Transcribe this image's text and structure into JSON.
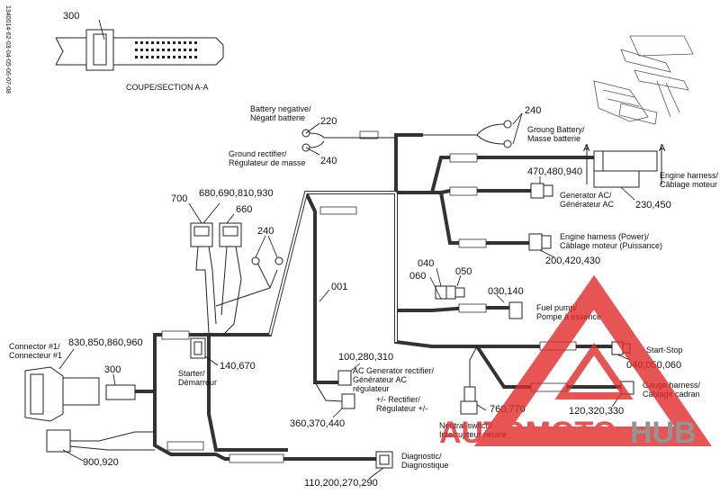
{
  "doc_id": "1340014-62-03-04-05-06-07-08",
  "section_label": "COUPE/SECTION A-A",
  "section_marker": "A",
  "labels": {
    "battery_negative": [
      "Battery negative/",
      "Négatif batterie"
    ],
    "ground_rectifier": [
      "Ground rectifier/",
      "Régulateur de masse"
    ],
    "ground_battery": [
      "Groung Battery/",
      "Masse batterie"
    ],
    "engine_harness": [
      "Engine harness/",
      "Câblage moteur"
    ],
    "generator_ac": [
      "Generator AC/",
      "Générateur AC"
    ],
    "engine_harness_power": [
      "Engine harness (Power)/",
      "Câblage moteur (Puissance)"
    ],
    "fuel_pump": [
      "Fuel pump/",
      "Pompe à essence"
    ],
    "start_stop": [
      "Start-Stop"
    ],
    "gauge_harness": [
      "Gauge harness/",
      "Câblage cadran"
    ],
    "neutral_switch": [
      "Neutral switch/",
      "Interrupteur neutre"
    ],
    "ac_gen_rectifier": [
      "AC Generator rectifier/",
      "Générateur AC",
      "régulateur"
    ],
    "rectifier_pm": [
      "+/- Rectifier/",
      "Régulateur +/-"
    ],
    "diagnostic": [
      "Diagnostic/",
      "Diagnostique"
    ],
    "connector1": [
      "Connector #1/",
      "Connecteur #1"
    ],
    "starter": [
      "Starter/",
      "Démarreur"
    ]
  },
  "numbers": {
    "n300_top": "300",
    "n220": "220",
    "n240_a": "240",
    "n240_b": "240",
    "n240_c": "240",
    "n700": "700",
    "n680": "680,690,810,930",
    "n660": "660",
    "n470": "470,480,940",
    "n230": "230,450",
    "n200": "200,420,430",
    "n040": "040",
    "n050": "050",
    "n060": "060",
    "n030": "030,140",
    "n001": "001",
    "n830": "830,850,860,960",
    "n300": "300",
    "n140": "140,670",
    "n100": "100,280,310",
    "n360": "360,370,440",
    "n760": "760,770",
    "n040b": "040,050,060",
    "n120": "120,320,330",
    "n900": "900,920",
    "n110": "110,200,270,290"
  },
  "watermark": {
    "part1": "AUTOMOTO",
    "part2": "HUB",
    "color_red": "#e02a2a",
    "color_gray": "#7a7a7a"
  }
}
